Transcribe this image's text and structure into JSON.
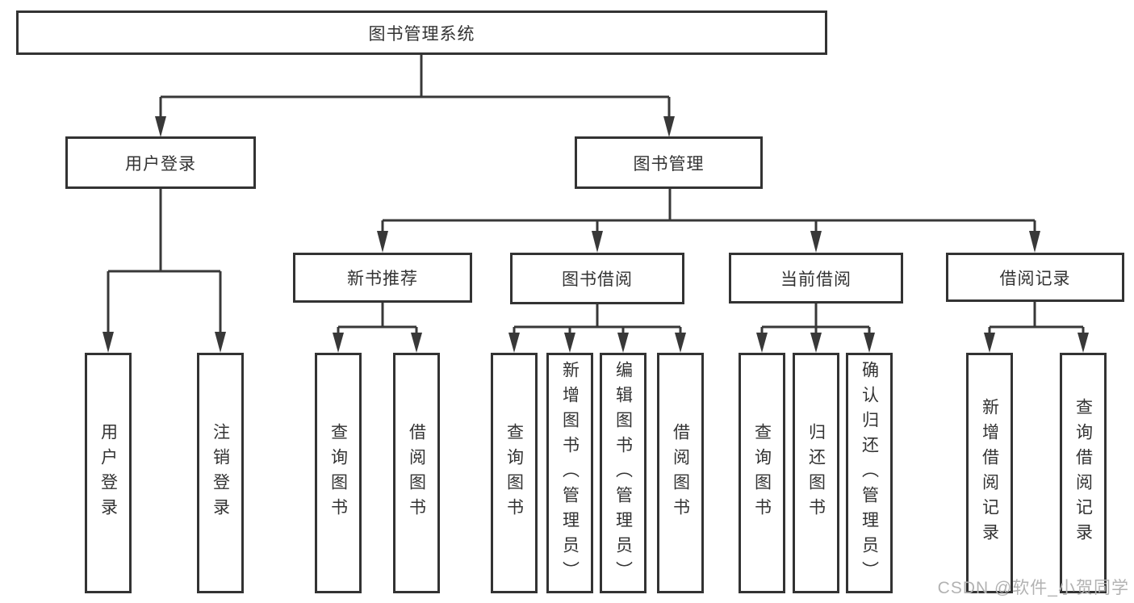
{
  "tree": {
    "root": {
      "label": "图书管理系统",
      "children": [
        {
          "label": "用户登录",
          "children": [
            {
              "label": "用户登录"
            },
            {
              "label": "注销登录"
            }
          ]
        },
        {
          "label": "图书管理",
          "children": [
            {
              "label": "新书推荐",
              "children": [
                {
                  "label": "查询图书"
                },
                {
                  "label": "借阅图书"
                }
              ]
            },
            {
              "label": "图书借阅",
              "children": [
                {
                  "label": "查询图书"
                },
                {
                  "label": "新增图书（管理员）"
                },
                {
                  "label": "编辑图书（管理员）"
                },
                {
                  "label": "借阅图书"
                }
              ]
            },
            {
              "label": "当前借阅",
              "children": [
                {
                  "label": "查询图书"
                },
                {
                  "label": "归还图书"
                },
                {
                  "label": "确认归还（管理员）"
                }
              ]
            },
            {
              "label": "借阅记录",
              "children": [
                {
                  "label": "新增借阅记录"
                },
                {
                  "label": "查询借阅记录"
                }
              ]
            }
          ]
        }
      ]
    }
  },
  "watermark": {
    "text": "CSDN @软件_小贺同学",
    "color": "#b2b2b2"
  },
  "style": {
    "line_color": "#383838",
    "border_color": "#333333",
    "text_color": "#333333",
    "background": "#ffffff"
  }
}
